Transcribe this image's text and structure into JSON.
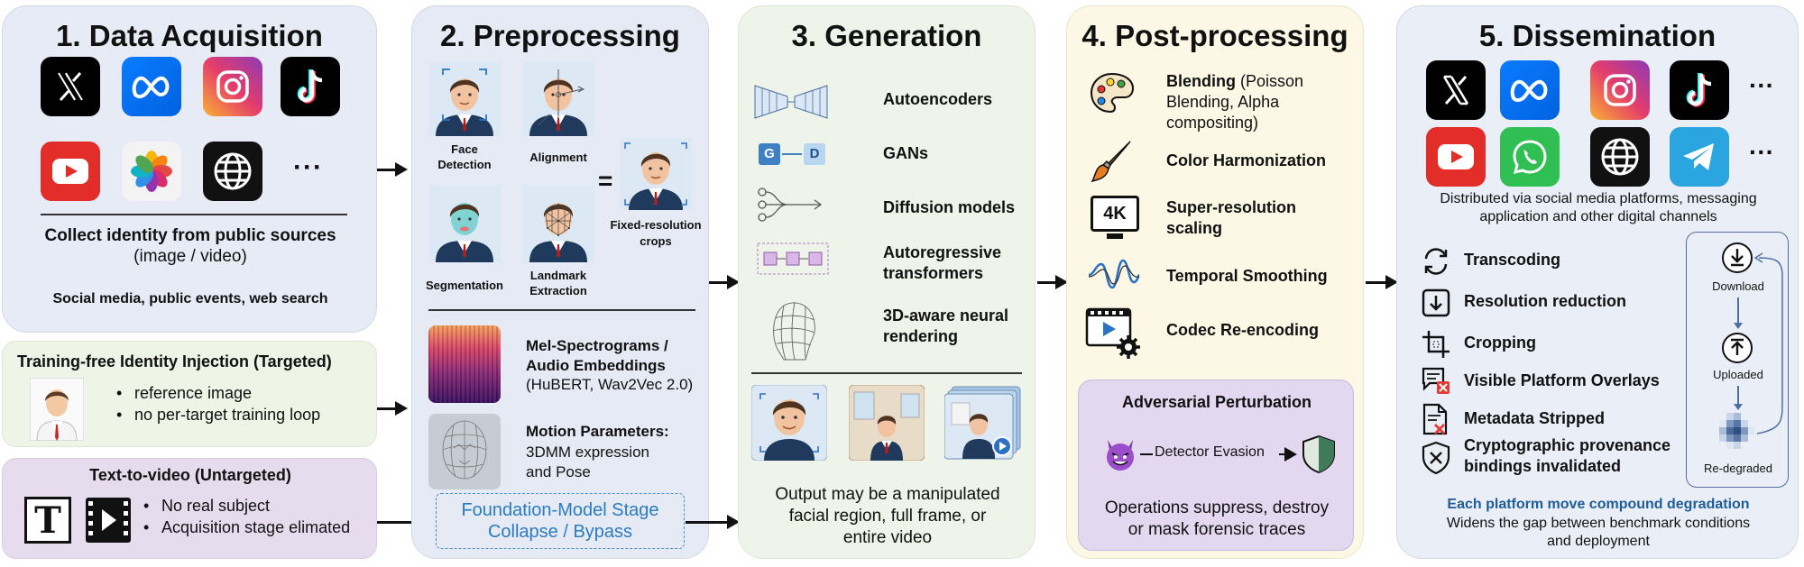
{
  "acquisition": {
    "title": "1. Data Acquisition",
    "platform_icons": [
      "x-logo",
      "meta-logo",
      "instagram-logo",
      "tiktok-logo",
      "youtube-logo",
      "photos-logo",
      "globe-icon"
    ],
    "more": "···",
    "collect_heading": "Collect identity from public sources",
    "collect_sub": "(image / video)",
    "sources": "Social media, public events, web search"
  },
  "training_free": {
    "title": "Training-free Identity Injection (Targeted)",
    "bullets": [
      "reference image",
      "no per-target training loop"
    ]
  },
  "text_to_video": {
    "title": "Text-to-video (Untargeted)",
    "bullets": [
      "No real subject",
      "Acquisition stage elimated"
    ]
  },
  "preprocessing": {
    "title": "2. Preprocessing",
    "face_detection": "Face\nDetection",
    "alignment": "Alignment",
    "segmentation": "Segmentation",
    "landmark": "Landmark\nExtraction",
    "equals": "=",
    "fixed": "Fixed-resolution\ncrops",
    "mel_heading": "Mel-Spectrograms /\nAudio Embeddings",
    "mel_sub": "(HuBERT, Wav2Vec 2.0)",
    "motion_heading": "Motion Parameters:",
    "motion_sub": "3DMM expression\nand Pose",
    "foundation": "Foundation-Model Stage\nCollapse / Bypass"
  },
  "generation": {
    "title": "3. Generation",
    "methods": [
      "Autoencoders",
      "GANs",
      "Diffusion models",
      "Autoregressive\ntransformers",
      "3D-aware neural\nrendering"
    ],
    "gan_g": "G",
    "gan_d": "D",
    "output": "Output may be a manipulated\nfacial region, full frame, or\nentire video"
  },
  "postprocessing": {
    "title": "4. Post-processing",
    "blending_bold": "Blending",
    "blending_rest": " (Poisson\nBlending, Alpha\ncompositing)",
    "color": "Color Harmonization",
    "super": "Super-resolution\nscaling",
    "fourk": "4K",
    "temporal": "Temporal Smoothing",
    "codec": "Codec Re-encoding",
    "adv_title": "Adversarial Perturbation",
    "adv_evasion": "Detector Evasion",
    "adv_desc": "Operations suppress, destroy\nor mask forensic traces"
  },
  "dissemination": {
    "title": "5. Dissemination",
    "platform_icons": [
      "x-logo",
      "meta-logo",
      "instagram-logo",
      "tiktok-logo",
      "youtube-logo",
      "whatsapp-logo",
      "globe-icon",
      "telegram-logo"
    ],
    "more": "···",
    "distributed": "Distributed via social media platforms, messaging\napplication and other digital channels",
    "ops": [
      "Transcoding",
      "Resolution reduction",
      "Cropping",
      "Visible Platform Overlays",
      "Metadata Stripped",
      "Cryptographic provenance\nbindings invalidated"
    ],
    "cycle": [
      "Download",
      "Uploaded",
      "Re-degraded"
    ],
    "compound_heading": "Each platform move compound degradation",
    "compound_sub": "Widens the gap between benchmark conditions\nand deployment"
  },
  "colors": {
    "acquisition_bg": "#e6ebf5",
    "preprocessing_bg": "#e5eaf5",
    "generation_bg": "#eef4e9",
    "postprocessing_bg": "#fdf8e6",
    "dissemination_bg": "#eaeff7",
    "training_free_bg": "#eef4e6",
    "text_to_video_bg": "#e6dcee",
    "adversarial_bg": "#e3d8ef",
    "foundation_blue": "#2a7bc0",
    "compound_blue": "#1f5c99"
  }
}
